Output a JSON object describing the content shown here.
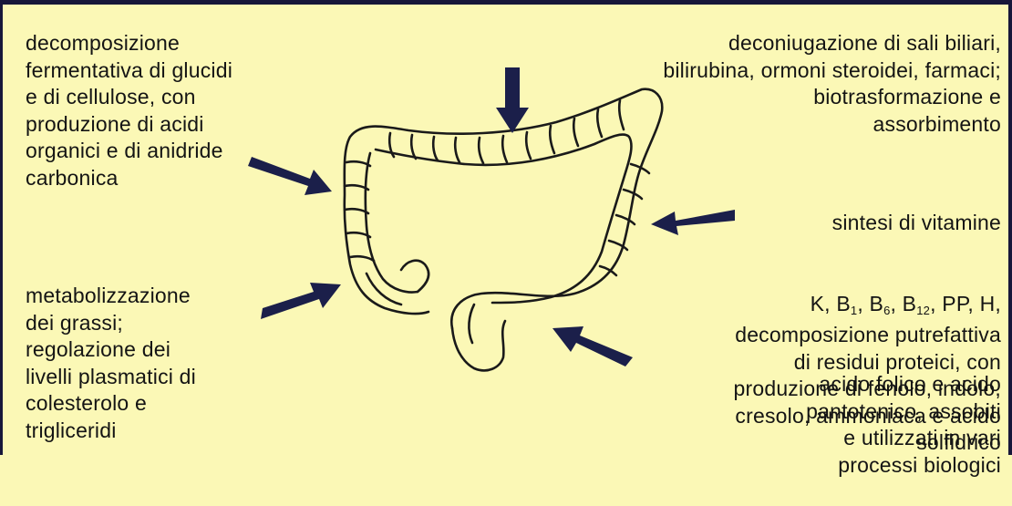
{
  "labels": {
    "glucidi": "decomposizione\nfermentativa di glucidi\ne di cellulose, con\nproduzione di acidi\norganici e di anidride\ncarbonica",
    "biliari": "deconiugazione di sali biliari,\nbilirubina, ormoni steroidei, farmaci;\nbiotrasformazione e\nassorbimento",
    "vitamine_line1": "sintesi di vitamine",
    "vitamine_line2": {
      "k": "K, B",
      "sub1": "1",
      "b6": ", B",
      "sub6": "6",
      "b12": ", B",
      "sub12": "12",
      "tail": ", PP, H,"
    },
    "vitamine_rest": "acido folico e acido\npantotenico, assobiti\ne utilizzati in vari\nprocessi biologici",
    "grassi": "metabolizzazione\ndei grassi;\nregolazione dei\nlivelli plasmatici di\ncolesterolo e\ntrigliceridi",
    "proteici": "decomposizione putrefattiva\ndi residui proteici, con\nproduzione di fenolo, indolo,\ncresolo, ammoniaca e acido\nsolfidrico"
  },
  "colors": {
    "background": "#fbf8b6",
    "arrow": "#1b1f4a",
    "outline": "#1a1a1a",
    "text": "#141414"
  },
  "icons": [
    "arrow-down",
    "arrow-right",
    "arrow-left",
    "arrow-upleft",
    "colon-illustration"
  ]
}
